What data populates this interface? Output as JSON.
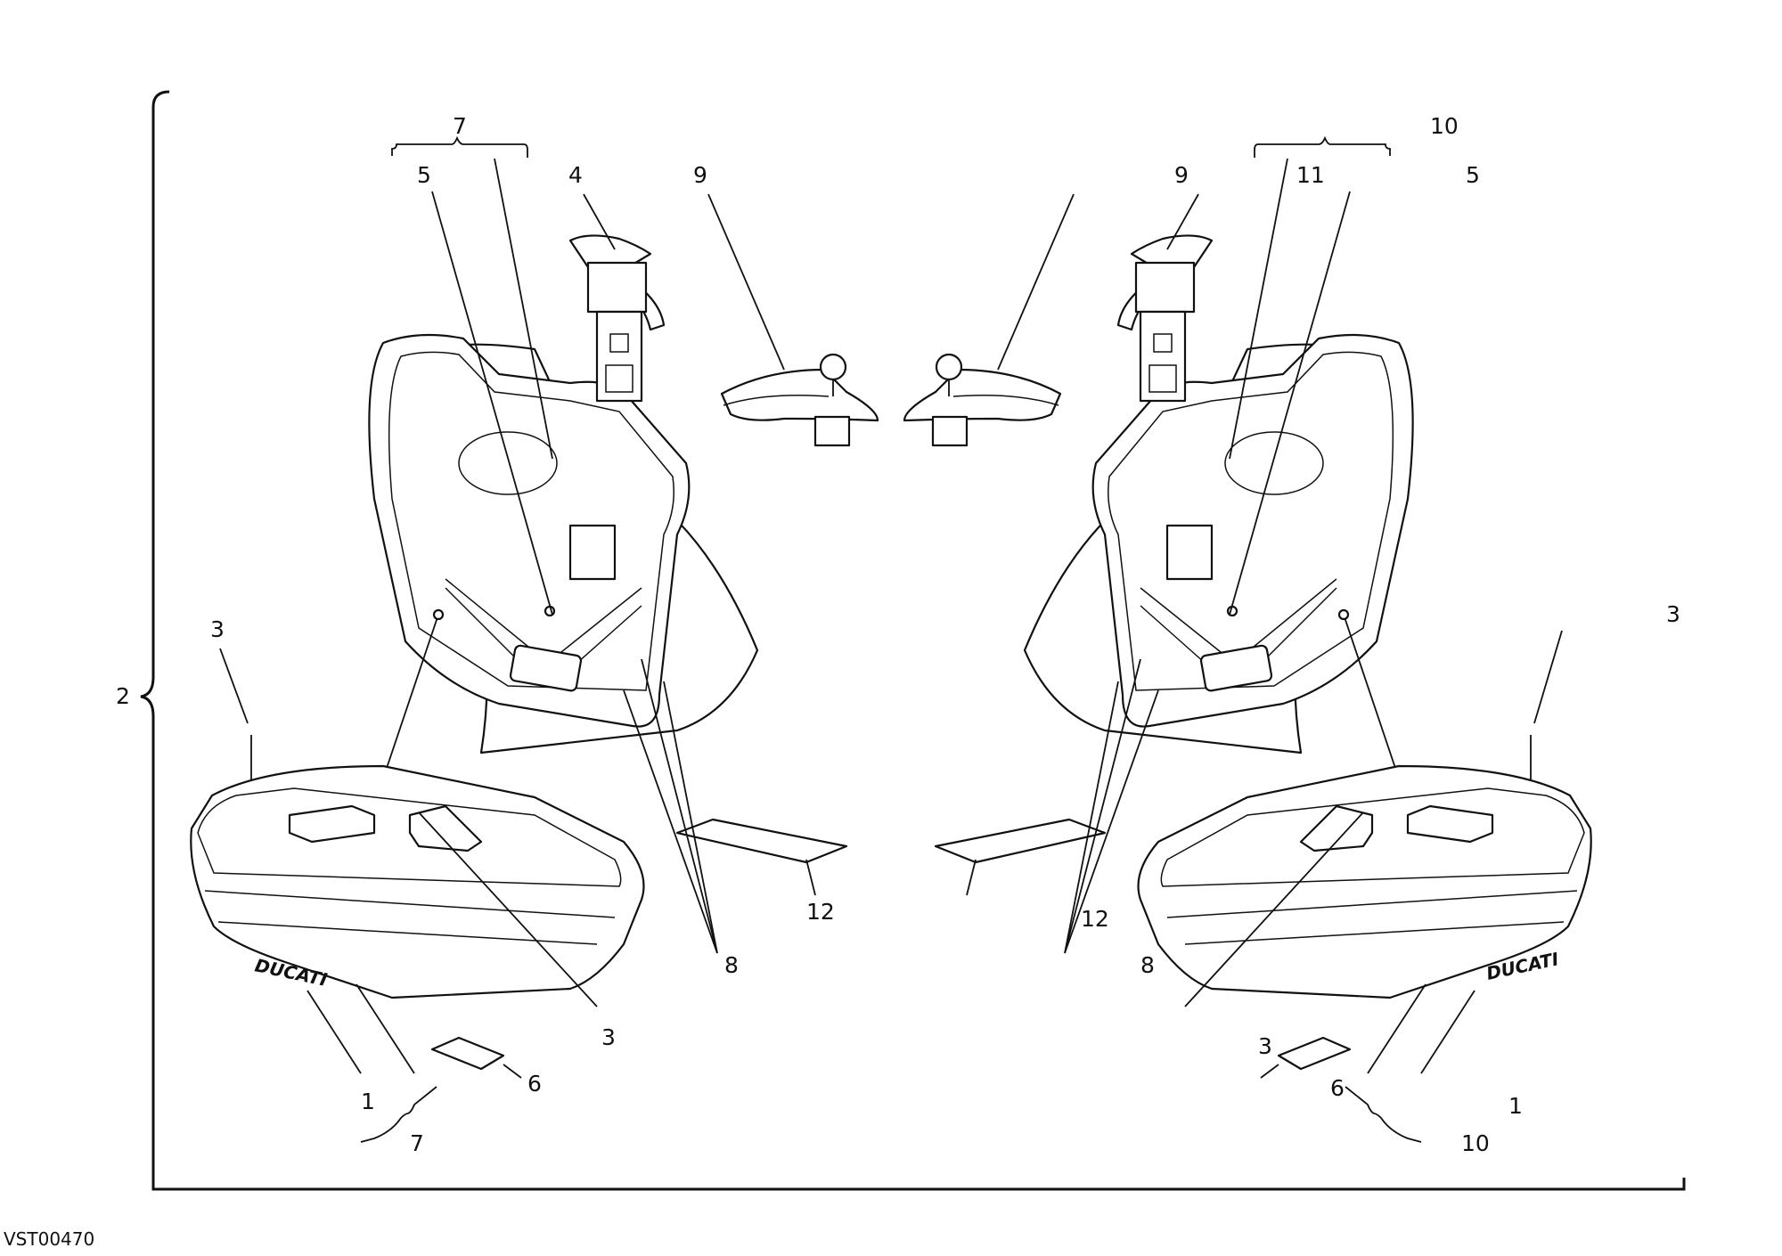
{
  "drawing_code": "VST00470",
  "callouts": {
    "c2": "2",
    "left_7_top": "7",
    "left_5": "5",
    "left_4": "4",
    "left_9": "9",
    "left_3_a": "3",
    "left_3_b": "3",
    "left_12": "12",
    "left_8": "8",
    "left_1": "1",
    "left_6": "6",
    "left_7_bottom": "7",
    "right_10_top": "10",
    "right_5": "5",
    "right_9": "9",
    "right_11": "11",
    "right_3_a": "3",
    "right_3_b": "3",
    "right_12": "12",
    "right_8": "8",
    "right_1": "1",
    "right_6": "6",
    "right_10_bottom": "10"
  },
  "decals": {
    "left_brand_text": "DUCATI",
    "right_brand_text": "DUCATI"
  }
}
